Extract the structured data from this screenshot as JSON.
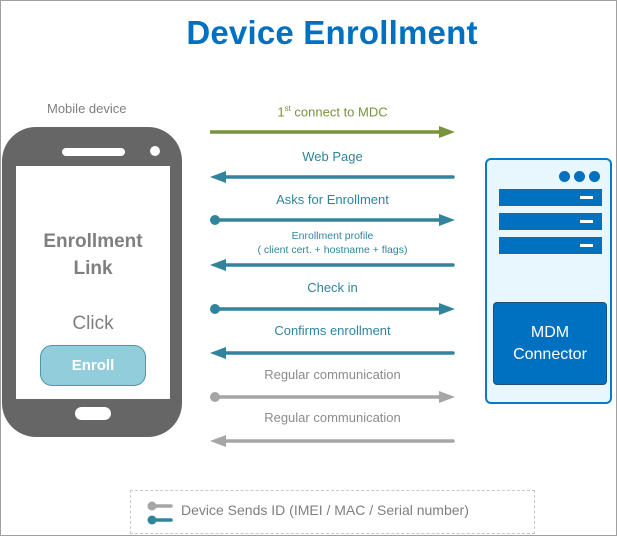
{
  "title": "Device Enrollment",
  "mobile_device": {
    "label": "Mobile device",
    "screen_title_line1": "Enrollment",
    "screen_title_line2": "Link",
    "click_label": "Click",
    "enroll_button": "Enroll"
  },
  "server": {
    "label_line1": "MDM",
    "label_line2": "Connector"
  },
  "messages": [
    {
      "label": "1",
      "label_sup": "st",
      "label_rest": " connect to MDC",
      "direction": "right",
      "color": "#77933C",
      "start_dot": false
    },
    {
      "label": "Web Page",
      "direction": "left",
      "color": "#31849B",
      "start_dot": false
    },
    {
      "label": "Asks for Enrollment",
      "direction": "right",
      "color": "#31849B",
      "start_dot": true
    },
    {
      "label_line1": "Enrollment profile",
      "label_line2": "( client cert. + hostname + flags)",
      "direction": "left",
      "color": "#31849B",
      "start_dot": false
    },
    {
      "label": "Check in",
      "direction": "right",
      "color": "#31849B",
      "start_dot": true
    },
    {
      "label": "Confirms enrollment",
      "direction": "left",
      "color": "#31849B",
      "start_dot": false
    },
    {
      "label": "Regular communication",
      "direction": "right",
      "color": "#A6A6A6",
      "start_dot": true
    },
    {
      "label": "Regular communication",
      "direction": "left",
      "color": "#A6A6A6",
      "start_dot": false
    }
  ],
  "legend": {
    "text": "Device Sends ID (IMEI / MAC / Serial number)",
    "icon": "id-connector-icon"
  },
  "colors": {
    "title": "#0070C0",
    "phone": "#666666",
    "teal": "#31849B",
    "green": "#77933C",
    "gray": "#A6A6A6",
    "server_fill": "#E8F6FD",
    "server_accent": "#0070C0",
    "enroll_button": "#92CDDC"
  }
}
